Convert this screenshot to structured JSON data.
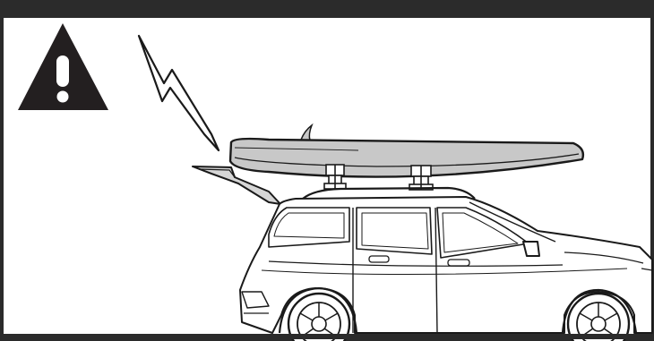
{
  "illustration": {
    "warning_icon": "exclamation-triangle-icon",
    "hazard_icon": "lightning-bolt-icon",
    "vehicle": "suv-car",
    "cargo": "kayak-on-roof-rack",
    "open_part": "raised-tailgate"
  },
  "colors": {
    "background": "#ffffff",
    "outline": "#1a1a1a",
    "frame": "#2b2b2b",
    "kayak_fill": "#c8c8c8",
    "tailgate_fill": "#d6d6d6",
    "warning_fill": "#231f20"
  }
}
